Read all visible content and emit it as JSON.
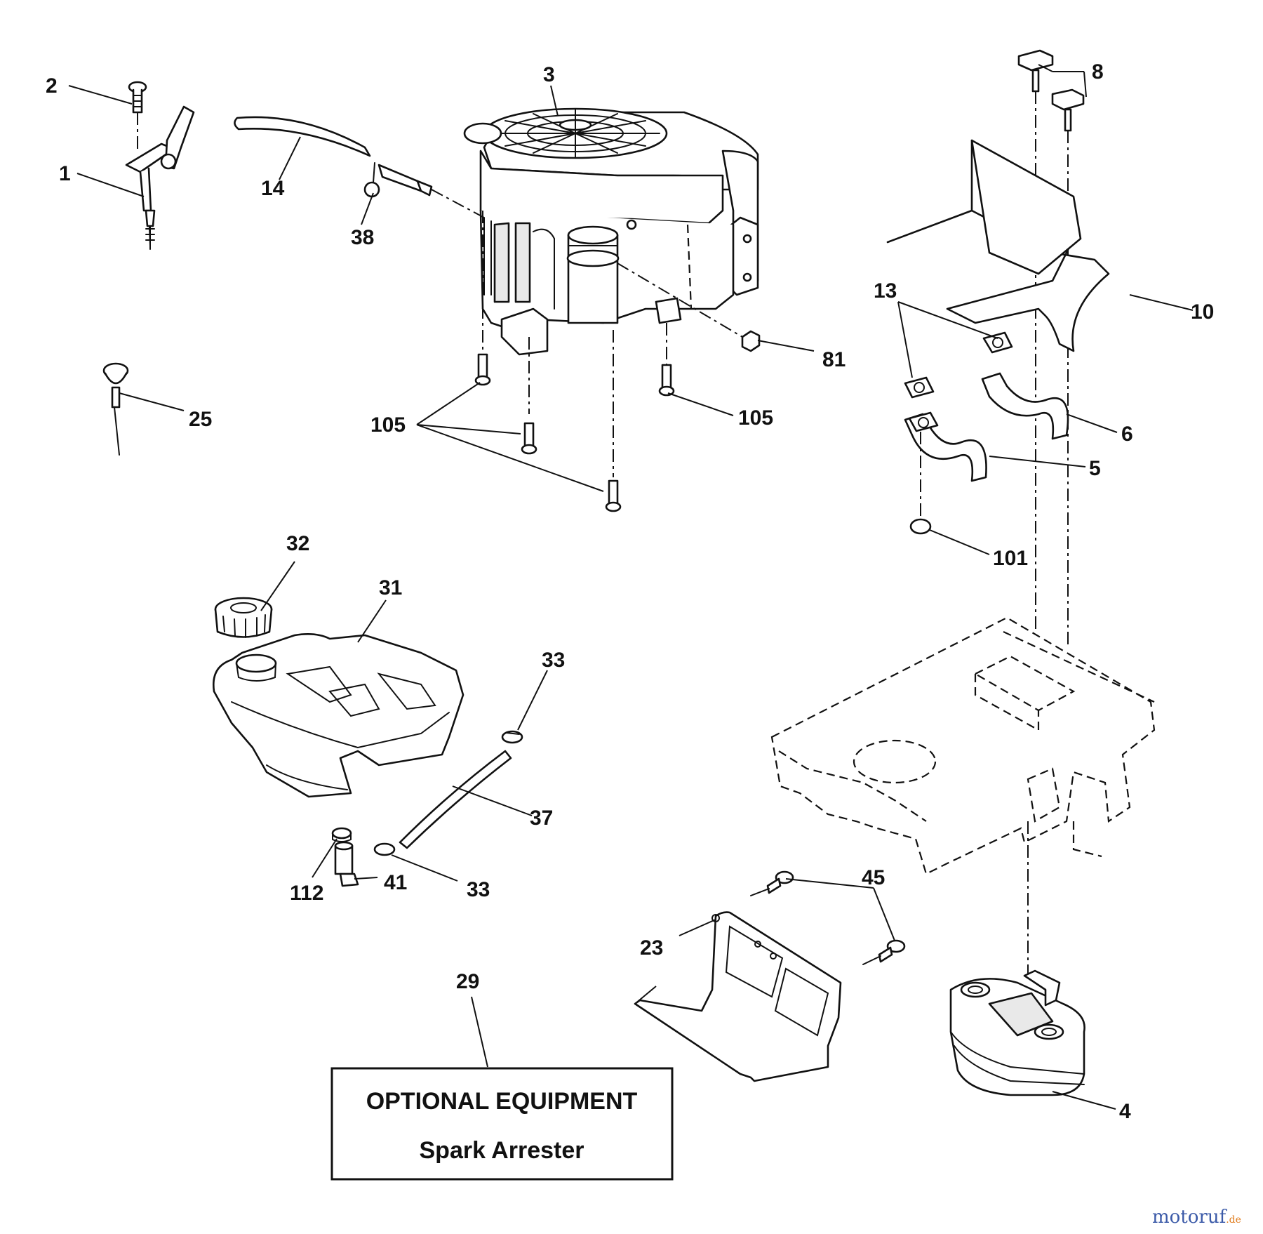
{
  "callouts": {
    "c1": "1",
    "c2": "2",
    "c3": "3",
    "c4": "4",
    "c5": "5",
    "c6": "6",
    "c8": "8",
    "c10": "10",
    "c13": "13",
    "c14": "14",
    "c23": "23",
    "c25": "25",
    "c29": "29",
    "c31": "31",
    "c32": "32",
    "c33a": "33",
    "c33b": "33",
    "c37": "37",
    "c38": "38",
    "c41": "41",
    "c45": "45",
    "c81": "81",
    "c101": "101",
    "c105a": "105",
    "c105b": "105",
    "c112": "112"
  },
  "optional_box": {
    "line1": "OPTIONAL EQUIPMENT",
    "line2": "Spark Arrester"
  },
  "watermark": {
    "text_main": "motoruf",
    "text_suffix": ".de"
  },
  "colors": {
    "watermark_blue": "#3b5aa8",
    "watermark_orange": "#e07b1c"
  }
}
